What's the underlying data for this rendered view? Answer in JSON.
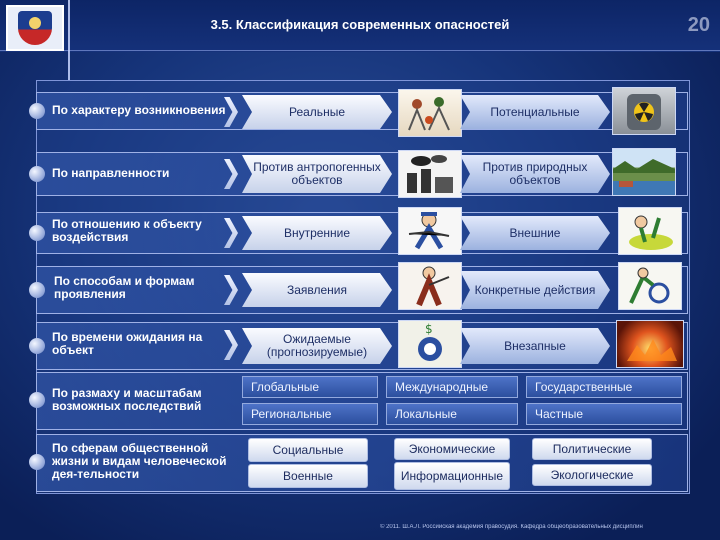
{
  "header": {
    "title": "3.5. Классификация современных опасностей",
    "page_number": "20"
  },
  "rows": [
    {
      "label": "По характеру возникновения",
      "items": [
        "Реальные",
        "Потенциальные"
      ],
      "pics": [
        "people-scene-icon",
        "nuclear-hazard-icon"
      ]
    },
    {
      "label": "По направленности",
      "items": [
        "Против антропогенных объектов",
        "Против природных объектов"
      ],
      "pics": [
        "factory-smoke-icon",
        "nature-landscape-icon"
      ]
    },
    {
      "label": "По отношению к объекту воздействия",
      "items": [
        "Внутренние",
        "Внешние"
      ],
      "pics": [
        "cartoon-man-icon",
        "cartoon-waste-icon"
      ]
    },
    {
      "label": "По способам и формам проявления",
      "items": [
        "Заявления",
        "Конкретные действия"
      ],
      "pics": [
        "cartoon-speaker-icon",
        "cartoon-action-icon"
      ]
    },
    {
      "label": "По времени ожидания на объект",
      "items": [
        "Ожидаемые (прогнозируемые)",
        "Внезапные"
      ],
      "pics": [
        "money-target-icon",
        "explosion-fire-icon"
      ]
    }
  ],
  "scale_row": {
    "label": "По размаху и масштабам возможных последствий",
    "items": [
      "Глобальные",
      "Международные",
      "Государственные",
      "Региональные",
      "Локальные",
      "Частные"
    ]
  },
  "spheres_row": {
    "label": "По сферам общественной жизни и видам человеческой дея-тельности",
    "items": [
      "Социальные",
      "Экономические",
      "Политические",
      "Военные",
      "Информационные",
      "Экологические"
    ]
  },
  "footer": "© 2011. Ш.А.Л. Российская академия правосудия. Кафедра общеобразовательных дисциплин"
}
